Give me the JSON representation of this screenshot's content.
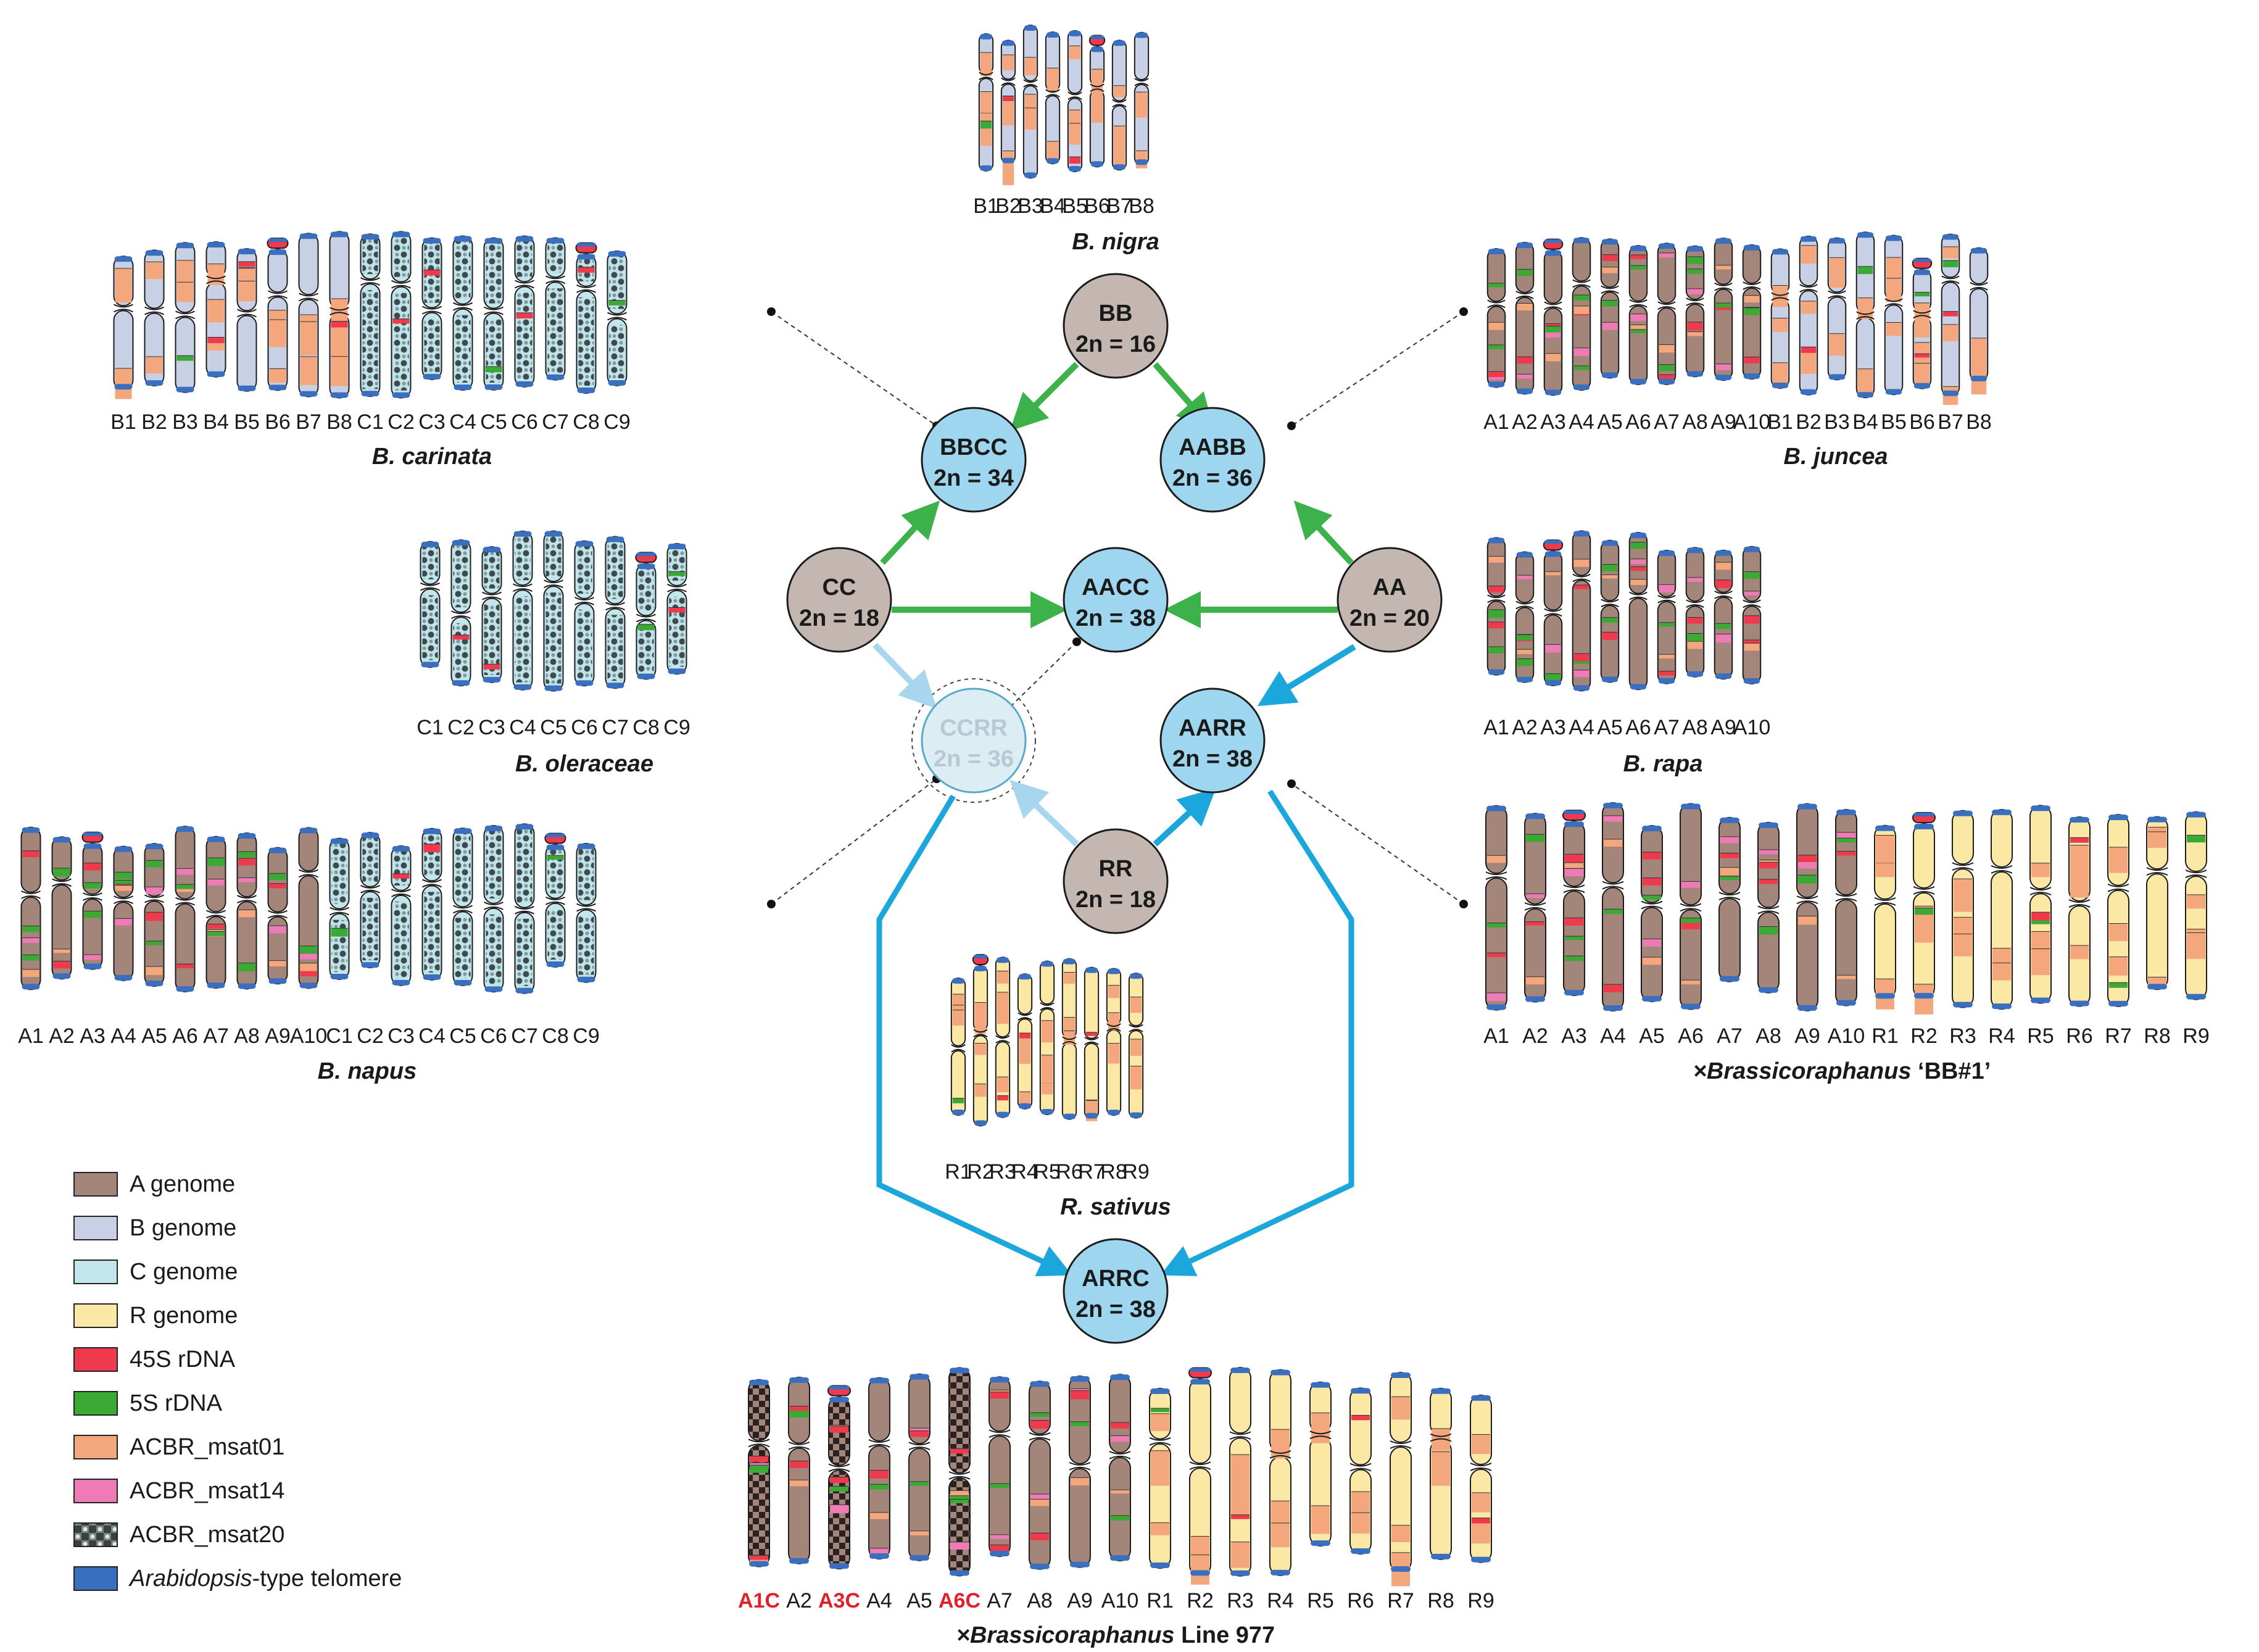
{
  "colors": {
    "A": "#a4857a",
    "B": "#c8d0e6",
    "C": "#c3e6ec",
    "R": "#fbe8a4",
    "rdna45": "#ee3a4c",
    "rdna5": "#3aaa35",
    "msat01": "#f4a77d",
    "msat14": "#ee7bb6",
    "telomere": "#3a6fc0",
    "node_brown": "#c4b7b2",
    "node_blue": "#9fd6ef",
    "node_pale": "#dcedf4",
    "arrow_green": "#3db24a",
    "arrow_blue": "#1ba6dc",
    "arrow_pale": "#a8d6ee",
    "red_label": "#e0202a"
  },
  "nodes": [
    {
      "id": "BB",
      "line1": "BB",
      "line2": "2n = 16"
    },
    {
      "id": "BBCC",
      "line1": "BBCC",
      "line2": "2n = 34"
    },
    {
      "id": "AABB",
      "line1": "AABB",
      "line2": "2n = 36"
    },
    {
      "id": "CC",
      "line1": "CC",
      "line2": "2n = 18"
    },
    {
      "id": "AACC",
      "line1": "AACC",
      "line2": "2n = 38"
    },
    {
      "id": "AA",
      "line1": "AA",
      "line2": "2n = 20"
    },
    {
      "id": "CCRR",
      "line1": "CCRR",
      "line2": "2n = 36"
    },
    {
      "id": "AARR",
      "line1": "AARR",
      "line2": "2n = 38"
    },
    {
      "id": "RR",
      "line1": "RR",
      "line2": "2n = 18"
    },
    {
      "id": "ARRC",
      "line1": "ARRC",
      "line2": "2n = 38"
    }
  ],
  "karyotypes": [
    {
      "id": "nigra",
      "title": "B. nigra",
      "title_suffix": "",
      "labels": [
        "B1",
        "B2",
        "B3",
        "B4",
        "B5",
        "B6",
        "B7",
        "B8"
      ]
    },
    {
      "id": "carinata",
      "title": "B. carinata",
      "title_suffix": "",
      "labels": [
        "B1",
        "B2",
        "B3",
        "B4",
        "B5",
        "B6",
        "B7",
        "B8",
        "C1",
        "C2",
        "C3",
        "C4",
        "C5",
        "C6",
        "C7",
        "C8",
        "C9"
      ]
    },
    {
      "id": "juncea",
      "title": "B. juncea",
      "title_suffix": "",
      "labels": [
        "A1",
        "A2",
        "A3",
        "A4",
        "A5",
        "A6",
        "A7",
        "A8",
        "A9",
        "A10",
        "B1",
        "B2",
        "B3",
        "B4",
        "B5",
        "B6",
        "B7",
        "B8"
      ]
    },
    {
      "id": "oleraceae",
      "title": "B. oleraceae",
      "title_suffix": "",
      "labels": [
        "C1",
        "C2",
        "C3",
        "C4",
        "C5",
        "C6",
        "C7",
        "C8",
        "C9"
      ]
    },
    {
      "id": "rapa",
      "title": "B. rapa",
      "title_suffix": "",
      "labels": [
        "A1",
        "A2",
        "A3",
        "A4",
        "A5",
        "A6",
        "A7",
        "A8",
        "A9",
        "A10"
      ]
    },
    {
      "id": "napus",
      "title": "B. napus",
      "title_suffix": "",
      "labels": [
        "A1",
        "A2",
        "A3",
        "A4",
        "A5",
        "A6",
        "A7",
        "A8",
        "A9",
        "A10",
        "C1",
        "C2",
        "C3",
        "C4",
        "C5",
        "C6",
        "C7",
        "C8",
        "C9"
      ]
    },
    {
      "id": "bb1",
      "title": "×Brassicoraphanus",
      "title_suffix": " ‘BB#1’",
      "labels": [
        "A1",
        "A2",
        "A3",
        "A4",
        "A5",
        "A6",
        "A7",
        "A8",
        "A9",
        "A10",
        "R1",
        "R2",
        "R3",
        "R4",
        "R5",
        "R6",
        "R7",
        "R8",
        "R9"
      ]
    },
    {
      "id": "sativus",
      "title": "R. sativus",
      "title_suffix": "",
      "labels": [
        "R1",
        "R2",
        "R3",
        "R4",
        "R5",
        "R6",
        "R7",
        "R8",
        "R9"
      ]
    },
    {
      "id": "line977",
      "title": "×Brassicoraphanus",
      "title_suffix": " Line 977",
      "labels": [
        "A1C",
        "A2",
        "A3C",
        "A4",
        "A5",
        "A6C",
        "A7",
        "A8",
        "A9",
        "A10",
        "R1",
        "R2",
        "R3",
        "R4",
        "R5",
        "R6",
        "R7",
        "R8",
        "R9"
      ],
      "red_labels": [
        "A1C",
        "A3C",
        "A6C"
      ]
    }
  ],
  "legend": [
    {
      "key": "A",
      "label": "A genome",
      "italic": ""
    },
    {
      "key": "B",
      "label": "B genome",
      "italic": ""
    },
    {
      "key": "C",
      "label": "C genome",
      "italic": ""
    },
    {
      "key": "R",
      "label": "R genome",
      "italic": ""
    },
    {
      "key": "rdna45",
      "label": "45S rDNA",
      "italic": ""
    },
    {
      "key": "rdna5",
      "label": "5S rDNA",
      "italic": ""
    },
    {
      "key": "msat01",
      "label": "ACBR_msat01",
      "italic": ""
    },
    {
      "key": "msat14",
      "label": "ACBR_msat14",
      "italic": ""
    },
    {
      "key": "msat20",
      "label": "ACBR_msat20",
      "italic": ""
    },
    {
      "key": "telomere",
      "label": "-type telomere",
      "italic": "Arabidopsis"
    }
  ]
}
